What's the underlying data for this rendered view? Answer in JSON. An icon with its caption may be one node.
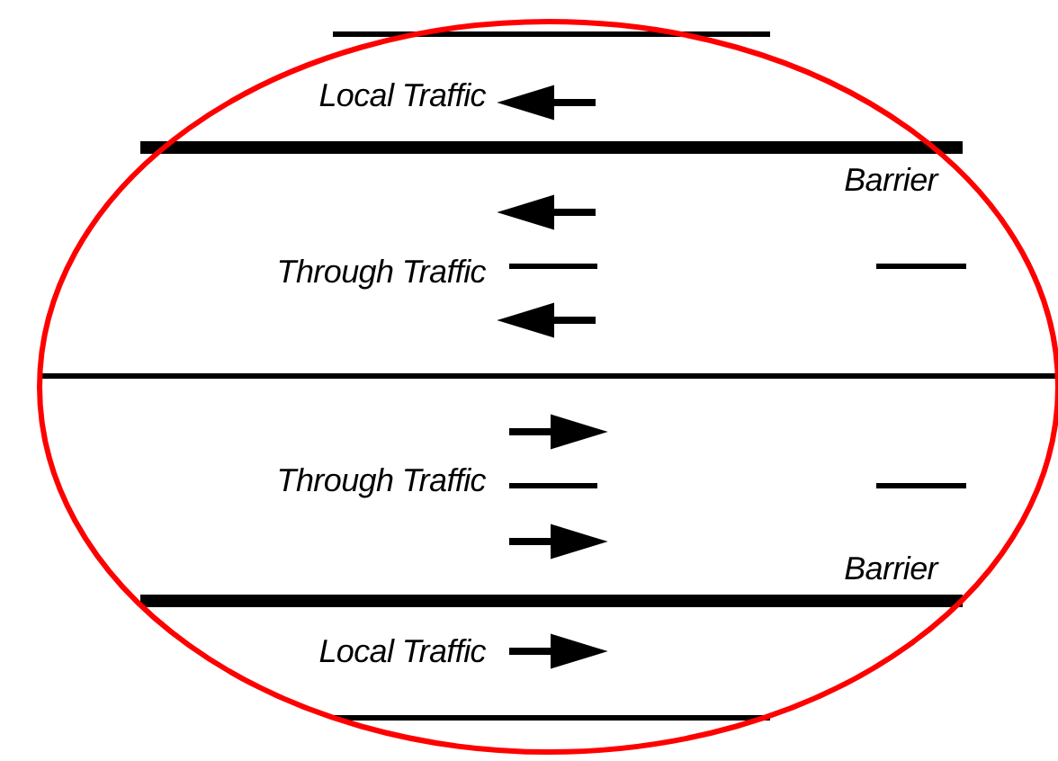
{
  "diagram": {
    "labels": [
      "Local Traffic",
      "Barrier",
      "Through Traffic",
      "Through Traffic",
      "Barrier",
      "Local Traffic"
    ]
  }
}
